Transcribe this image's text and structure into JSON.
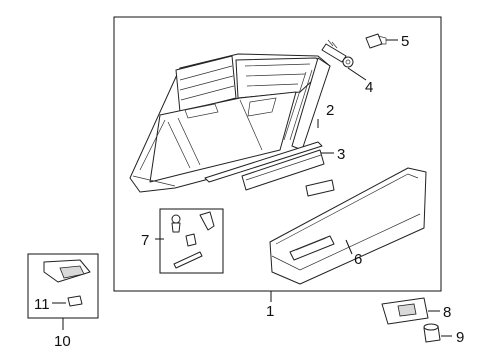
{
  "callouts": [
    "1",
    "2",
    "3",
    "4",
    "5",
    "6",
    "7",
    "8",
    "9",
    "10",
    "11"
  ],
  "parts": [
    {
      "ref": "1",
      "name": "glove-box-assembly"
    },
    {
      "ref": "2",
      "name": "trim-strip"
    },
    {
      "ref": "3",
      "name": "hinge-panel"
    },
    {
      "ref": "4",
      "name": "damper"
    },
    {
      "ref": "5",
      "name": "bolt"
    },
    {
      "ref": "6",
      "name": "glove-box-door"
    },
    {
      "ref": "7",
      "name": "hardware-kit"
    },
    {
      "ref": "8",
      "name": "latch"
    },
    {
      "ref": "9",
      "name": "bumper"
    },
    {
      "ref": "10",
      "name": "lamp-assembly"
    },
    {
      "ref": "11",
      "name": "bulb"
    }
  ]
}
